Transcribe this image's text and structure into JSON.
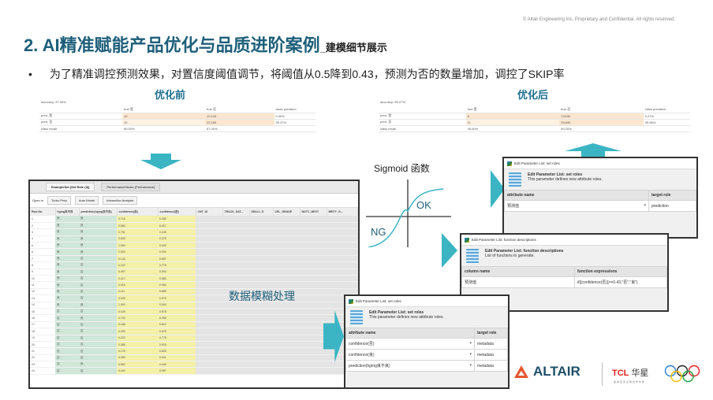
{
  "header": {
    "copyright": "© Altair Engineering Inc. Proprietary and Confidential. All rights reserved.",
    "title": "2. AI精准赋能产品优化与品质进阶案例",
    "subtitle": "_建模细节展示",
    "bullet": "为了精准调控预测效果，对置信度阈值调节，将阈值从0.5降到0.43，预测为否的数量增加，调控了SKIP率"
  },
  "before": {
    "label": "优化前",
    "accuracy": "accuracy: 97.05%",
    "columns": [
      "",
      "true 是",
      "true 否",
      "class precision"
    ],
    "rows": [
      [
        "pred. 是",
        "10",
        "10,126",
        "0.40%"
      ],
      [
        "pred. 否",
        "10",
        "22,189",
        "99.37%"
      ],
      [
        "class recall",
        "50.00%",
        "67.00%",
        ""
      ]
    ]
  },
  "after": {
    "label": "优化后",
    "accuracy": "accuracy: 99.27%",
    "columns": [
      "",
      "true 是",
      "true 否",
      "class precision"
    ],
    "rows": [
      [
        "pred. 是",
        "6",
        "1,5150",
        "0.27%"
      ],
      [
        "pred. 否",
        "11",
        "29,849",
        "99.96%"
      ],
      [
        "class recall",
        "45.00%",
        "99.20%",
        ""
      ]
    ]
  },
  "rapidminer": {
    "tabs": [
      "ExampleSet (Set Role (3))",
      "PerformanceVector (Performance)"
    ],
    "toolbar": {
      "open_in": "Open in",
      "turbo_prep": "Turbo Prep",
      "auto_model": "Auto Model",
      "interactive_analysis": "Interactive Analysis"
    },
    "columns": [
      "Row No.",
      "hgmg良不良",
      "prediction(hgmg良不良)",
      "confidence(良)",
      "confidence(否)",
      "CNT_ID",
      "TRACK_DAT...",
      "SEAL1_D",
      "CEL_GRADE",
      "NOTC_MEXT",
      "BRITY_G..."
    ],
    "rows": [
      [
        "1",
        "良",
        "良",
        "0.715",
        "0.285"
      ],
      [
        "2",
        "良",
        "良",
        "0.583",
        "0.417"
      ],
      [
        "3",
        "良",
        "良",
        "0.751",
        "0.249"
      ],
      [
        "4",
        "良",
        "良",
        "0.525",
        "0.475"
      ],
      [
        "5",
        "良",
        "良",
        "1.000",
        "0.000"
      ],
      [
        "6",
        "良",
        "良",
        "1.000",
        "0.000"
      ],
      [
        "7",
        "良",
        "否",
        "0.143",
        "0.857"
      ],
      [
        "8",
        "良",
        "否",
        "0.222",
        "0.778"
      ],
      [
        "9",
        "良",
        "否",
        "0.497",
        "0.503"
      ],
      [
        "10",
        "良",
        "否",
        "0.417",
        "0.583"
      ],
      [
        "11",
        "良",
        "否",
        "0.016",
        "0.984"
      ],
      [
        "12",
        "良",
        "否",
        "0.111",
        "0.889"
      ],
      [
        "13",
        "良",
        "否",
        "0.025",
        "0.975"
      ],
      [
        "14",
        "良",
        "良",
        "1.000",
        "0.000"
      ],
      [
        "15",
        "否",
        "否",
        "0.025",
        "0.975"
      ],
      [
        "16",
        "否",
        "良",
        "0.744",
        "0.256"
      ],
      [
        "17",
        "否",
        "否",
        "0.188",
        "0.812"
      ],
      [
        "18",
        "否",
        "否",
        "0.025",
        "0.975"
      ],
      [
        "19",
        "否",
        "否",
        "0.222",
        "0.778"
      ],
      [
        "20",
        "否",
        "否",
        "0.085",
        "0.915"
      ],
      [
        "21",
        "否",
        "否",
        "0.175",
        "0.825"
      ],
      [
        "22",
        "否",
        "否",
        "0.059",
        "0.941"
      ],
      [
        "23",
        "否",
        "良",
        "0.552",
        "0.448"
      ],
      [
        "24",
        "否",
        "否",
        "0.043",
        "0.957"
      ]
    ],
    "overlay_label": "数据模糊处理"
  },
  "sigmoid": {
    "title": "Sigmoid 函数",
    "ok": "OK",
    "ng": "NG",
    "curve_color": "#3bb5c3"
  },
  "dialog_top": {
    "window_title": "Edit Parameter List: set roles",
    "heading": "Edit Parameter List: set roles",
    "desc": "This parameter defines new attribute roles.",
    "col1": "attribute name",
    "col2": "target role",
    "rows": [
      [
        "预测值",
        "prediction"
      ]
    ]
  },
  "dialog_mid": {
    "window_title": "Edit Parameter List: function descriptions",
    "heading": "Edit Parameter List: function descriptions",
    "desc": "List of functions to generate.",
    "col1": "column name",
    "col2": "function expressions",
    "rows": [
      [
        "预测值",
        "if([confidence(否)]>=0.43,\"否\",\"良\")"
      ]
    ]
  },
  "dialog_bottom": {
    "window_title": "Edit Parameter List: set roles",
    "heading": "Edit Parameter List: set roles",
    "desc": "This parameter defines new attribute roles.",
    "col1": "attribute name",
    "col2": "target role",
    "rows": [
      [
        "confidence(否)",
        "metadata"
      ],
      [
        "confidence(良)",
        "metadata"
      ],
      [
        "prediction(hgmg良不良)",
        "metadata"
      ]
    ]
  },
  "logos": {
    "altair": "ALTAIR",
    "tcl": "TCL",
    "tcl_cn": "华星",
    "tcl_sub": "奥林匹克全球合作伙伴"
  },
  "colors": {
    "title": "#1e5f7a",
    "accent": "#3bb5c3",
    "altair_orange": "#e4572e",
    "tcl_red": "#e02020"
  }
}
